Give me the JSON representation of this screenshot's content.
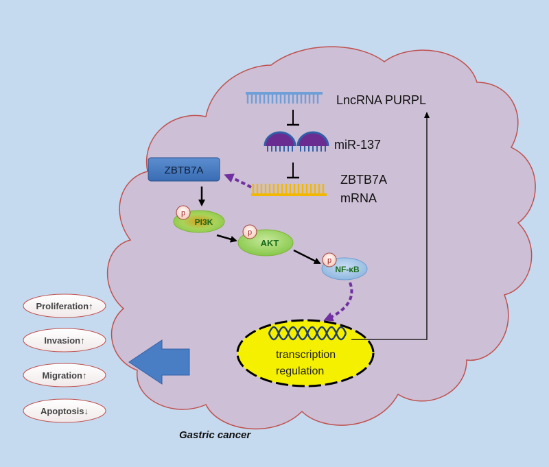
{
  "diagram": {
    "lncrna_label": "LncRNA PURPL",
    "mirna_label": "miR-137",
    "mrna_label_line1": "ZBTB7A",
    "mrna_label_line2": "mRNA",
    "zbtb7a_box": "ZBTB7A",
    "pi3k": "PI3K",
    "akt": "AKT",
    "nfkb": "NF-κB",
    "phospho": "p",
    "transcription_line1": "transcription",
    "transcription_line2": "regulation",
    "context_label": "Gastric cancer",
    "outcomes": [
      "Proliferation↑",
      "Invasion↑",
      "Migration↑",
      "Apoptosis↓"
    ]
  },
  "colors": {
    "background": "#c5d9ef",
    "cell_fill": "#cdbfd5",
    "cell_border": "#c0504d",
    "lncrna": "#6f9fd8",
    "mirna_purple": "#6a2c91",
    "mirna_blue": "#2f5fa8",
    "mrna": "#f2b800",
    "zbtb7a_box": "#4a7bc0",
    "green_node": "#92d050",
    "nfkb_node": "#9dc3e6",
    "nucleus": "#f5f000",
    "dashed_arrow": "#7030a0",
    "big_arrow": "#4a7ec4"
  }
}
